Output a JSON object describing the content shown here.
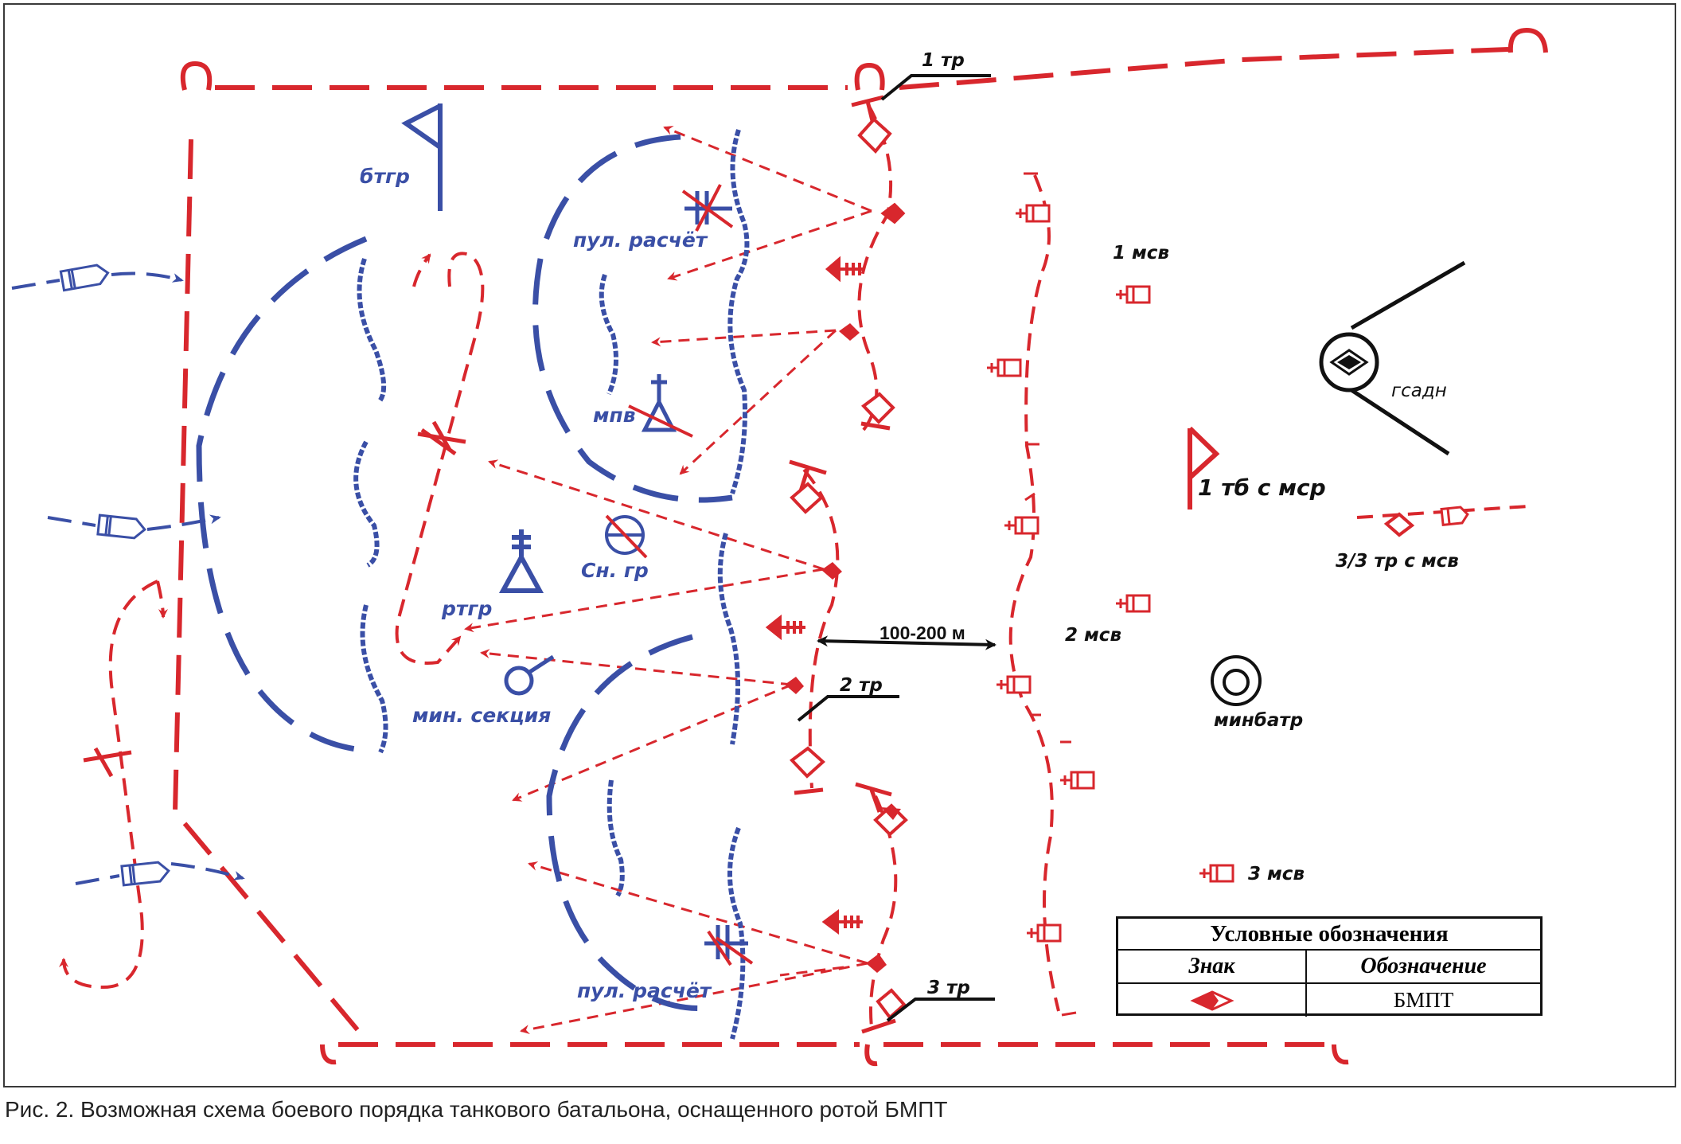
{
  "colors": {
    "red": "#d8272d",
    "blue": "#3a4fa6",
    "black": "#111111"
  },
  "labels": {
    "tr1": "1 тр",
    "tr2": "2 тр",
    "tr3": "3 тр",
    "btgr": "бтгр",
    "pul_top": "пул. расчёт",
    "mpv": "мпв",
    "sn_gr": "Сн. гр",
    "rtgr": "ртгр",
    "min_sec": "мин. секция",
    "pul_bottom": "пул. расчёт",
    "msv1": "1 мсв",
    "msv2": "2 мсв",
    "msv3": "3 мсв",
    "gsadn": "гсадн",
    "tb1": "1 тб с мср",
    "tr33": "3/3 тр с мсв",
    "minbatr": "минбатр",
    "distance": "100-200 м"
  },
  "legend": {
    "title": "Условные обозначения",
    "col_sign": "Знак",
    "col_meaning": "Обозначение",
    "sign_icon": "bmpt-diamond-icon",
    "meaning": "БМПТ"
  },
  "caption": "Рис. 2. Возможная схема боевого порядка танкового батальона, оснащенного ротой БМПТ"
}
